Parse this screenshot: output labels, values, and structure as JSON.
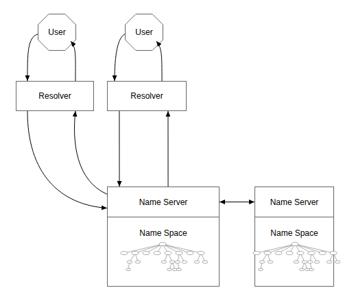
{
  "diagram": {
    "nodes": [
      {
        "text": [
          "User"
        ]
      },
      {
        "text": [
          "User"
        ]
      },
      {
        "text": [
          "Resolver"
        ]
      },
      {
        "text": [
          "Resolver"
        ]
      },
      {
        "text": [
          "Name Server"
        ]
      },
      {
        "text": [
          "Name Server"
        ]
      },
      {
        "text": [
          "Name Space"
        ]
      },
      {
        "text": [
          "Name Space"
        ]
      }
    ],
    "edges": [
      {
        "from": 0,
        "to": 2,
        "arrow": "to"
      },
      {
        "from": 2,
        "to": 0,
        "arrow": "to"
      },
      {
        "from": 1,
        "to": 3,
        "arrow": "to"
      },
      {
        "from": 3,
        "to": 1,
        "arrow": "to"
      },
      {
        "from": 2,
        "to": 4,
        "arrow": "to"
      },
      {
        "from": 4,
        "to": 2,
        "arrow": "to"
      },
      {
        "from": 3,
        "to": 4,
        "arrow": "to"
      },
      {
        "from": 4,
        "to": 3,
        "arrow": "to"
      },
      {
        "from": 4,
        "to": 5,
        "arrow": "both"
      }
    ]
  }
}
